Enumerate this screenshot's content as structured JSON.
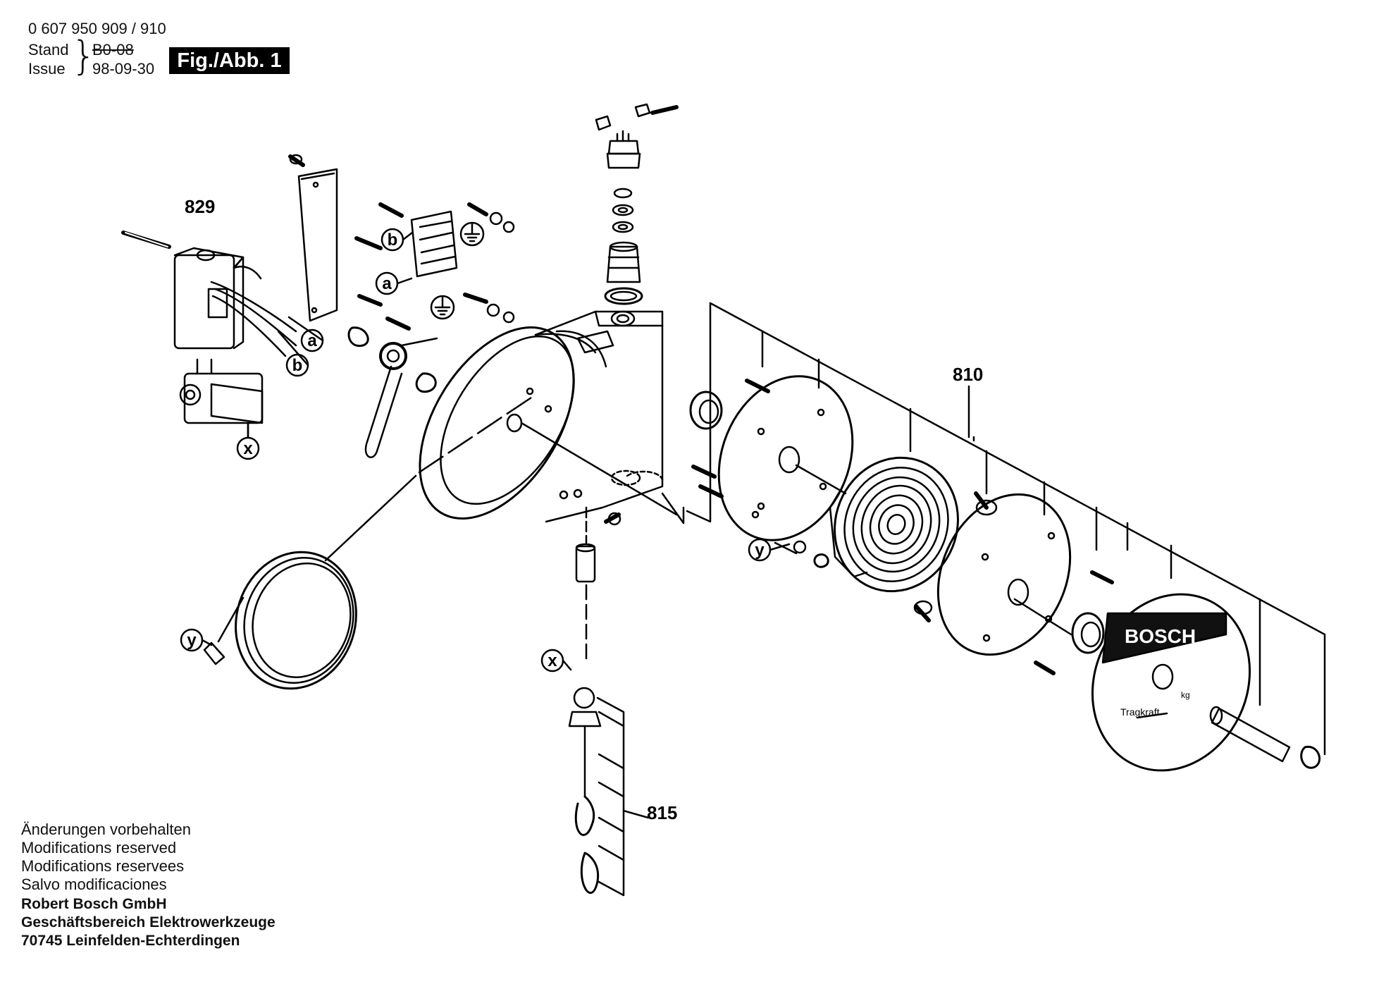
{
  "header": {
    "part_numbers": "0 607 950 909 / 910",
    "stand_label": "Stand",
    "issue_label": "Issue",
    "stand_value_struck": "B0-08",
    "issue_date": "98-09-30",
    "figure_label": "Fig./Abb. 1"
  },
  "callouts": {
    "switch_assembly": "829",
    "spring_assembly": "810",
    "cable_assembly": "815",
    "ref_a": "a",
    "ref_b": "b",
    "ref_x": "x",
    "ref_y": "y"
  },
  "cover_text": {
    "brand": "BOSCH",
    "capacity": "Tragkraft",
    "unit": "kg"
  },
  "notes": [
    "Änderungen vorbehalten",
    "Modifications reserved",
    "Modifications reservees",
    "Salvo modificaciones"
  ],
  "publisher": [
    "Robert Bosch GmbH",
    "Geschäftsbereich Elektrowerkzeuge",
    "70745 Leinfelden-Echterdingen"
  ]
}
